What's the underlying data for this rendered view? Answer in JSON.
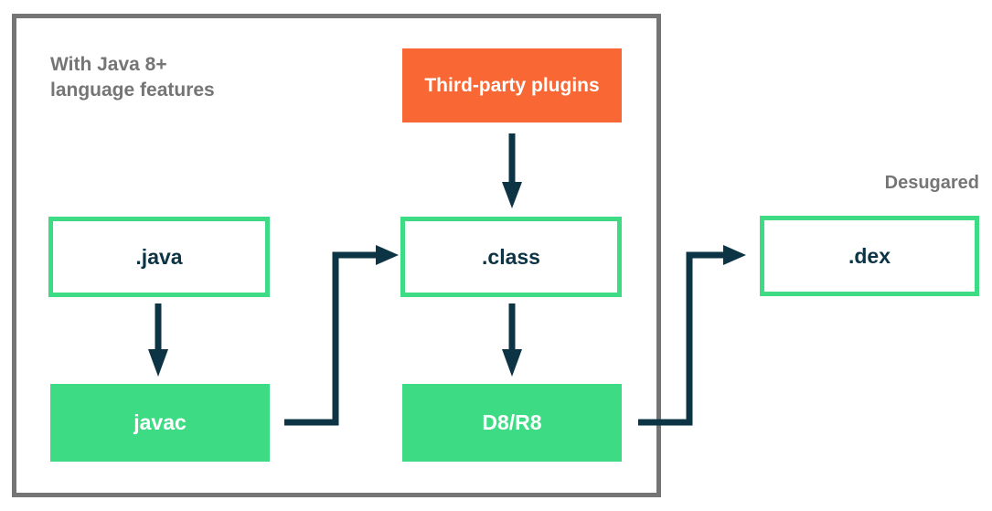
{
  "colors": {
    "green": "#3DDC84",
    "orange": "#F86734",
    "navy": "#0D3445",
    "gray": "#757575",
    "background": "#FFFFFF"
  },
  "diagram": {
    "caption_lines": [
      "With Java 8+",
      "language features"
    ],
    "annotation": "Desugared",
    "nodes": {
      "third_party_plugins": {
        "label": "Third-party plugins"
      },
      "java_file": {
        "label": ".java"
      },
      "javac": {
        "label": "javac"
      },
      "class_file": {
        "label": ".class"
      },
      "d8r8": {
        "label": "D8/R8"
      },
      "dex_file": {
        "label": ".dex"
      }
    },
    "edges": [
      {
        "from": "third_party_plugins",
        "to": "class_file"
      },
      {
        "from": "java_file",
        "to": "javac"
      },
      {
        "from": "javac",
        "to": "class_file"
      },
      {
        "from": "class_file",
        "to": "d8r8"
      },
      {
        "from": "d8r8",
        "to": "dex_file"
      }
    ]
  }
}
